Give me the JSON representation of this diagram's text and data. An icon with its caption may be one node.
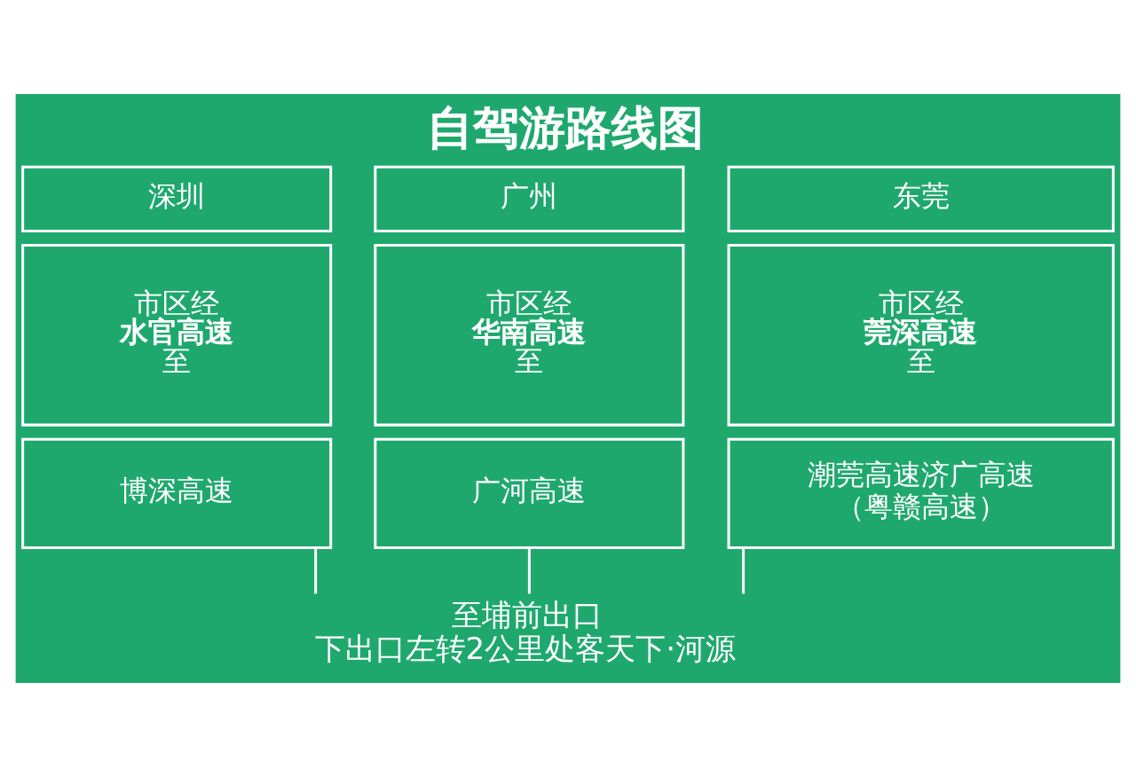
{
  "diagram": {
    "title": "自驾游路线图",
    "nodes": [
      {
        "text": [
          "深圳"
        ]
      },
      {
        "text": [
          "市区经",
          "水官高速",
          "至"
        ]
      },
      {
        "text": [
          "博深高速"
        ]
      },
      {
        "text": [
          "广州"
        ]
      },
      {
        "text": [
          "市区经",
          "华南高速",
          "至"
        ]
      },
      {
        "text": [
          "广河高速"
        ]
      },
      {
        "text": [
          "东莞"
        ]
      },
      {
        "text": [
          "市区经",
          "莞深高速",
          "至"
        ]
      },
      {
        "text": [
          "潮莞高速济广高速（粤赣高速）"
        ]
      },
      {
        "text": [
          "至埔前出口",
          "下出口左转2公里处客天下·河源"
        ]
      }
    ],
    "edges": [
      {
        "from": 2,
        "to": 9,
        "arrow": "none"
      },
      {
        "from": 5,
        "to": 9,
        "arrow": "none"
      },
      {
        "from": 8,
        "to": 9,
        "arrow": "none"
      }
    ]
  }
}
